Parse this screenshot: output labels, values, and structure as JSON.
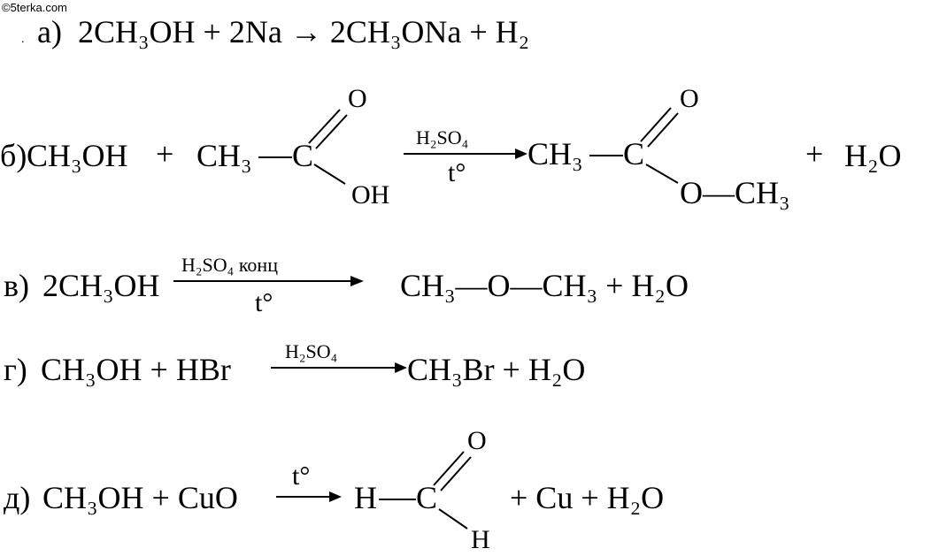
{
  "watermark": "©5terka.com",
  "reactions": {
    "a": {
      "label": "а)",
      "text": "2CH₃OH + 2Na → 2CH₃ONa + H₂"
    },
    "b": {
      "label": "б)",
      "reactant1": "CH₃OH",
      "plus1": "+",
      "acid_ch3": "CH₃",
      "acid_dash": "—",
      "acid_c": "C",
      "acid_o": "O",
      "acid_oh": "OH",
      "arrow_top": "H₂SO₄",
      "arrow_bottom": "t°",
      "ester_ch3": "CH₃",
      "ester_dash": "—",
      "ester_c": "C",
      "ester_o": "O",
      "ester_och3": "O—CH₃",
      "plus2": "+",
      "water": "H₂O"
    },
    "v": {
      "label": "в)",
      "reactant": "2CH₃OH",
      "arrow_top": "H₂SO₄ конц",
      "arrow_bottom": "t°",
      "product": "CH₃—O—CH₃ + H₂O"
    },
    "g": {
      "label": "г)",
      "reactants": "CH₃OH + HBr",
      "arrow_top": "H₂SO₄",
      "products": "CH₃Br + H₂O"
    },
    "d": {
      "label": "д)",
      "reactants": "CH₃OH + CuO",
      "arrow_top": "t°",
      "ald_h": "H",
      "ald_dash": "—",
      "ald_c": "C",
      "ald_o": "O",
      "ald_h2": "H",
      "products": "+ Cu + H₂O"
    }
  }
}
